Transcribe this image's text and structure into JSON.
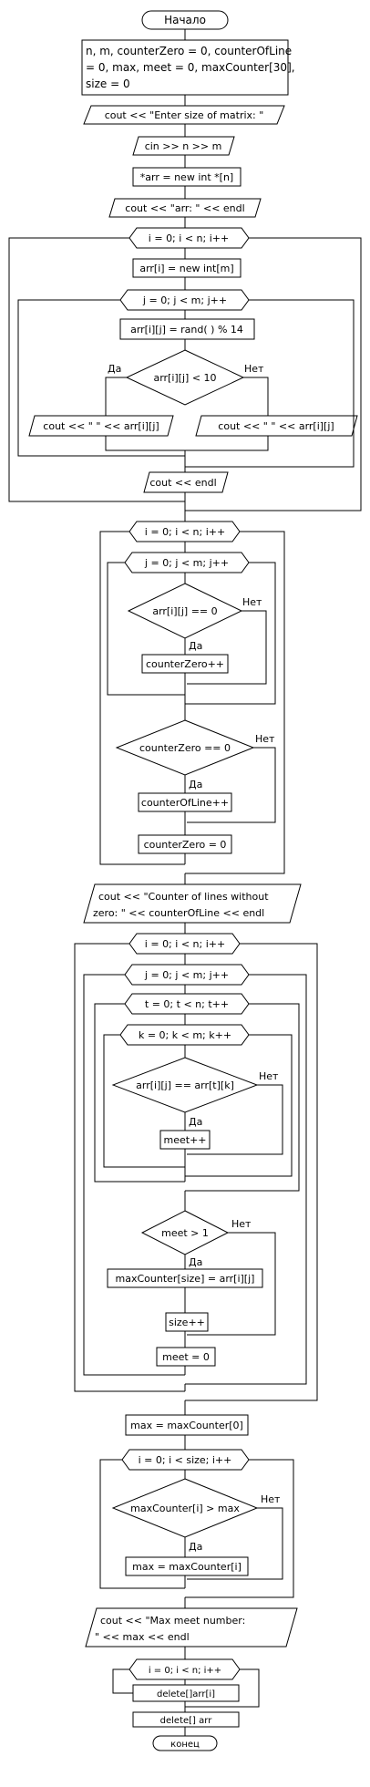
{
  "blocks": {
    "start": "Начало",
    "init_line1": "n, m, counterZero = 0, counterOfLine",
    "init_line2": "= 0, max, meet = 0, maxCounter[30],",
    "init_line3": "size = 0",
    "out_enter_size": "cout << \"Enter size of matrix: \"",
    "in_nm": "cin >> n >> m",
    "new_arr": "*arr = new int *[n]",
    "out_arr": "cout << \"arr: \" << endl",
    "loop_i1": "i = 0; i < n; i++",
    "new_row": "arr[i] = new int[m]",
    "loop_j1": "j = 0; j < m; j++",
    "rand": "arr[i][j] = rand( ) % 14",
    "cond_lt10": "arr[i][j] < 10",
    "out_two_spaces": "cout << \"  \" << arr[i][j]",
    "out_one_space": "cout << \" \" << arr[i][j]",
    "out_endl": "cout << endl",
    "loop_i2": "i = 0; i < n; i++",
    "loop_j2": "j = 0; j < m; j++",
    "cond_zero": "arr[i][j] == 0",
    "inc_zero": "counterZero++",
    "cond_counter_zero": "counterZero == 0",
    "inc_line": "counterOfLine++",
    "reset_zero": "counterZero = 0",
    "out_counter_line1": "cout << \"Counter of lines without",
    "out_counter_line2": "zero: \" << counterOfLine << endl",
    "loop_i3": "i = 0; i < n; i++",
    "loop_j3": "j = 0; j < m; j++",
    "loop_t": "t = 0; t < n; t++",
    "loop_k": "k = 0; k < m; k++",
    "cond_eq": "arr[i][j] == arr[t][k]",
    "inc_meet": "meet++",
    "cond_meet": "meet > 1",
    "assign_maxcounter": "maxCounter[size] = arr[i][j]",
    "inc_size": "size++",
    "reset_meet": "meet = 0",
    "assign_max": "max = maxCounter[0]",
    "loop_i4": "i = 0; i < size; i++",
    "cond_max": "maxCounter[i] > max",
    "assign_max2": "max = maxCounter[i]",
    "out_max_line1": "cout << \"Max meet number:",
    "out_max_line2": "\" << max << endl",
    "loop_i5": "i = 0; i < n; i++",
    "delete_row": "delete[]arr[i]",
    "delete_arr": "delete[] arr",
    "end": "конец"
  },
  "labels": {
    "yes": "Да",
    "no": "Нет"
  }
}
